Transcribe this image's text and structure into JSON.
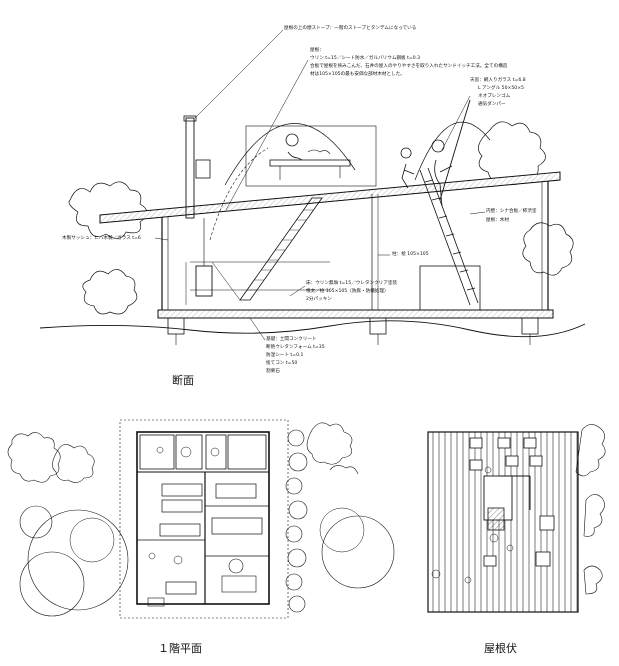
{
  "section": {
    "caption": "断面",
    "notes": {
      "stove": "屋根の上の煙ストーブ：一階のストーブとタンデムになっている",
      "roof_1": "屋根：",
      "roof_2": "ウリン t=15／シート防水／ガルバリウム鋼板 t=0.3",
      "roof_3": "合板で屋根を挟みこんだ、石井の屋入のやりやすさを取り入れたサンドイッチ工法。全ての構造",
      "roof_4": "材は105×105の最も安価な部材木材とした。",
      "skylight_1": "天窓：網入りガラス t=6.8",
      "skylight_2": "L アングル 50×50×5",
      "skylight_3": "ネオプレンゴム",
      "skylight_4": "通気ダンパー",
      "sash": "木製サッシュ：ヒバ木製／ガラス t=6",
      "interior_1": "内壁：シナ合板／柿渋塗",
      "interior_2": "屋根：木材",
      "column": "柱：桧 105×105",
      "floor_1": "床：ウリン無垢 t=15／ウレタンクリア塗装",
      "floor_2": "根太／桧 105×105（防腐・防蟻処理）",
      "floor_3": "2分パッキン",
      "foundation_1": "基礎：土間コンクリート",
      "foundation_2": "断熱ウレタンフォーム t=35",
      "foundation_3": "防湿シート t=0.1",
      "foundation_4": "捨てコン t=50",
      "foundation_5": "割栗石"
    }
  },
  "floor_plan": {
    "caption": "１階平面"
  },
  "roof_plan": {
    "caption": "屋根伏"
  }
}
